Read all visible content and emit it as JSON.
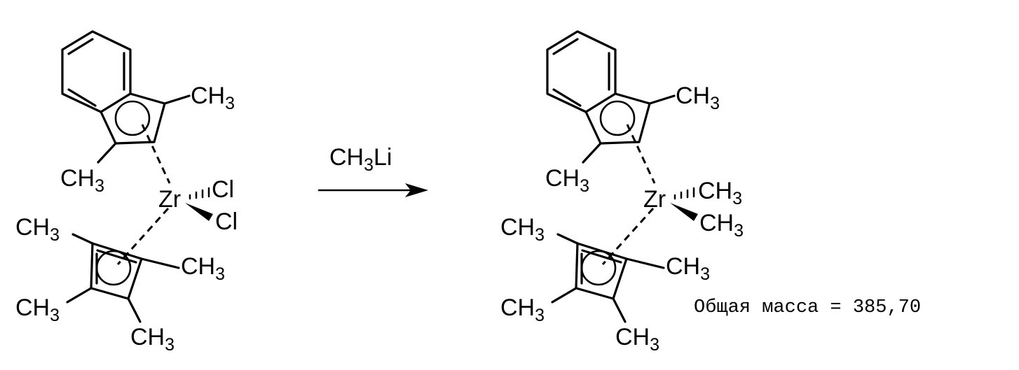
{
  "reactant": {
    "methyl": "CH",
    "methyl_sub": "3",
    "metal": "Zr",
    "halide": "Cl"
  },
  "reagent": {
    "main": "CH",
    "sub": "3",
    "tail": "Li"
  },
  "product": {
    "methyl": "CH",
    "methyl_sub": "3",
    "metal": "Zr"
  },
  "total_mass": "Общая масса = 385,70"
}
